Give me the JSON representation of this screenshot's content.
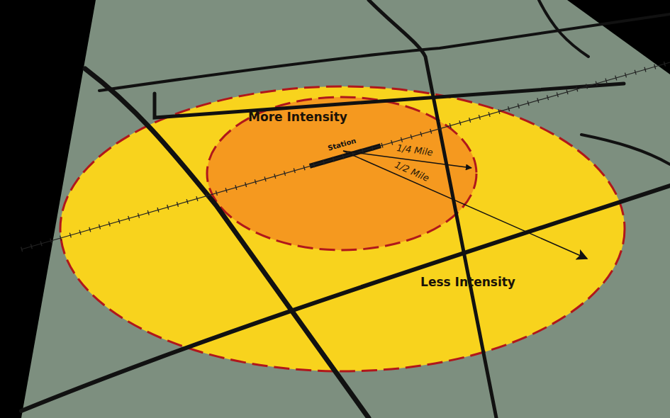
{
  "diagram": {
    "nodes": [
      {
        "text": [
          "Less Intensity"
        ]
      },
      {
        "text": [
          "More Intensity"
        ],
        "in": 0
      },
      {
        "text": [
          "Station"
        ],
        "in": 1
      }
    ],
    "labels": [
      "1/4 Mile",
      "1/2 Mile"
    ]
  }
}
